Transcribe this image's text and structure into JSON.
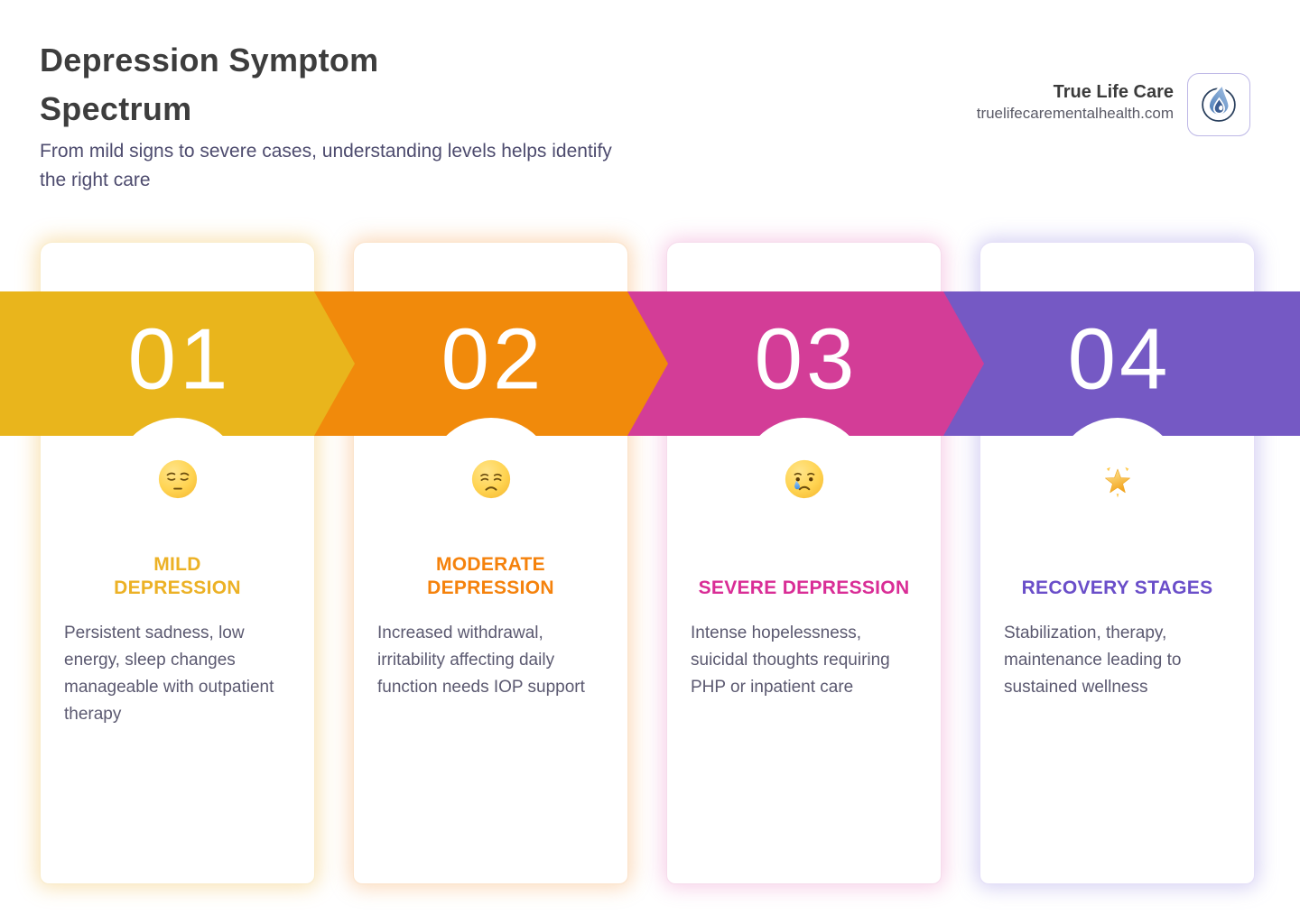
{
  "header": {
    "title_line1": "Depression Symptom",
    "title_line2": "Spectrum",
    "subtitle": "From mild signs to severe cases, understanding levels helps identify the right care"
  },
  "brand": {
    "name": "True Life Care",
    "website": "truelifecarementalhealth.com",
    "logo_icon": "water-drop-flame-logo",
    "logo_border_color": "#BDB7E6",
    "logo_blue_light": "#A9C6E8",
    "logo_blue_dark": "#4F7FB8",
    "logo_ring_color": "#273D5B"
  },
  "text_colors": {
    "title": "#3D3D3D",
    "subtitle": "#4D4B6E",
    "body": "#5B5970",
    "banner_number": "#FFFFFF"
  },
  "stages": [
    {
      "number": "01",
      "icon": "pensive-face-emoji",
      "title": "MILD DEPRESSION",
      "description": "Persistent sadness, low energy, sleep changes manageable with outpatient therapy",
      "accent_color": "#E9B51C",
      "title_color": "#ECB125"
    },
    {
      "number": "02",
      "icon": "disappointed-face-emoji",
      "title": "MODERATE DEPRESSION",
      "description": "Increased withdrawal, irritability affecting daily function needs IOP support",
      "accent_color": "#F18A0B",
      "title_color": "#F5820C"
    },
    {
      "number": "03",
      "icon": "crying-face-emoji",
      "title": "SEVERE DEPRESSION",
      "description": "Intense hopelessness, suicidal thoughts requiring PHP or inpatient care",
      "accent_color": "#D33D97",
      "title_color": "#D92D96"
    },
    {
      "number": "04",
      "icon": "glowing-star-emoji",
      "title": "RECOVERY STAGES",
      "description": "Stabilization, therapy, maintenance leading to sustained wellness",
      "accent_color": "#7559C4",
      "title_color": "#6A4EC9"
    }
  ]
}
